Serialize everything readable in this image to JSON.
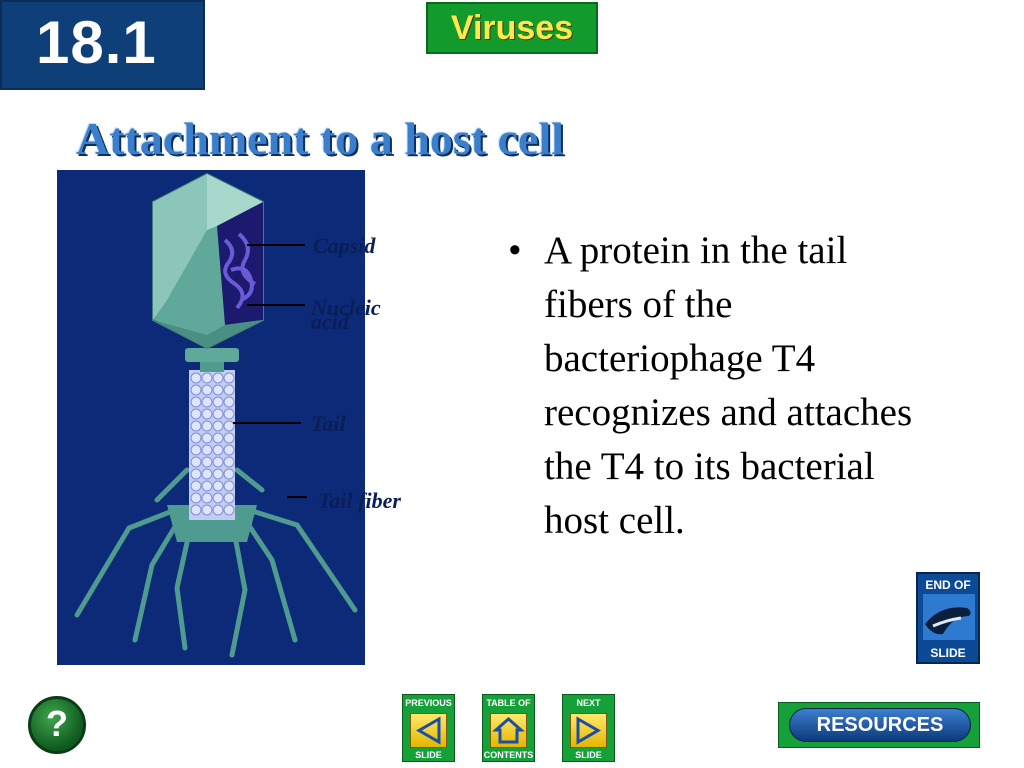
{
  "header": {
    "section_number": "18.1",
    "chapter_title": "Viruses"
  },
  "slide": {
    "title": "Attachment to a host cell",
    "bullet": "A protein in the tail fibers of the bacteriophage T4 recognizes and attaches the T4 to its bacterial host cell."
  },
  "figure": {
    "labels": {
      "capsid": "Capsid",
      "nucleic_acid_1": "Nucleic",
      "nucleic_acid_2": "acid",
      "tail": "Tail",
      "tail_fiber": "Tail fiber"
    }
  },
  "navigation": {
    "end_of_slide": {
      "line1": "END OF",
      "line2": "SLIDE"
    },
    "previous": {
      "top": "PREVIOUS",
      "bottom": "SLIDE"
    },
    "contents": {
      "top": "TABLE OF",
      "bottom": "CONTENTS"
    },
    "next": {
      "top": "NEXT",
      "bottom": "SLIDE"
    },
    "help": "?",
    "resources": "RESOURCES"
  },
  "colors": {
    "figure_background": "#0d2a78",
    "capsid": "#5fa89a",
    "title_blue": "#3b7ecb",
    "nav_green": "#16a03a"
  }
}
